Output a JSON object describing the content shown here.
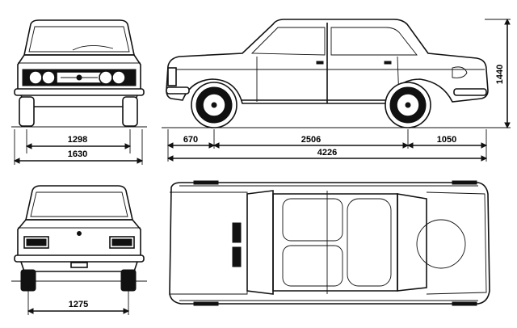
{
  "dimensions": {
    "front_track": "1298",
    "overall_width": "1630",
    "rear_track": "1275",
    "front_overhang": "670",
    "wheelbase": "2506",
    "rear_overhang": "1050",
    "overall_length": "4226",
    "height": "1440"
  },
  "colors": {
    "ink": "#111111",
    "paper": "#ffffff"
  }
}
